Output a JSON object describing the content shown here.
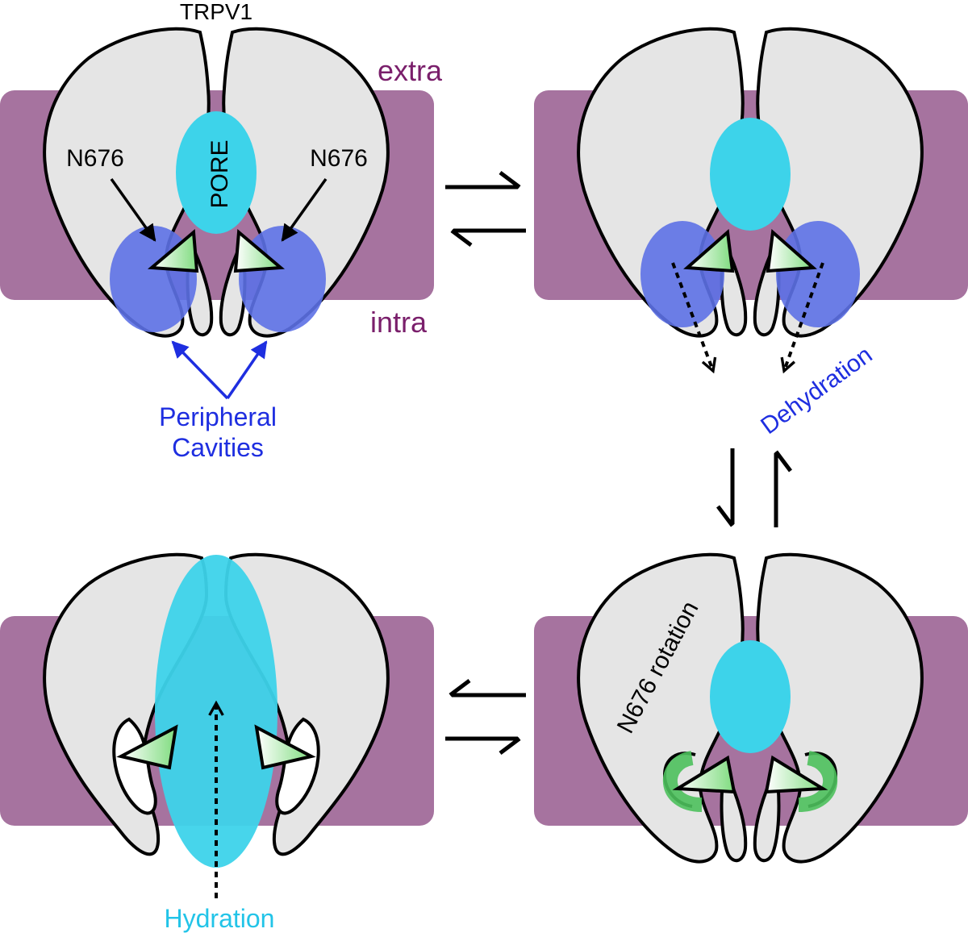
{
  "labels": {
    "protein": "TRPV1",
    "extra": "extra",
    "intra": "intra",
    "pore": "PORE",
    "residue_left": "N676",
    "residue_right": "N676",
    "peripheral_line1": "Peripheral",
    "peripheral_line2": "Cavities",
    "dehydration": "Dehydration",
    "rotation": "N676 rotation",
    "hydration": "Hydration"
  },
  "states": [
    {
      "id": "state-1",
      "pore": "closed",
      "cavities": "filled"
    },
    {
      "id": "state-2",
      "pore": "closed",
      "cavities": "dehydrating"
    },
    {
      "id": "state-3",
      "pore": "closed",
      "n676": "rotating"
    },
    {
      "id": "state-4",
      "pore": "open-hydrated"
    }
  ],
  "transitions": [
    {
      "from": "state-1",
      "to": "state-2",
      "type": "reversible"
    },
    {
      "from": "state-2",
      "to": "state-3",
      "type": "reversible"
    },
    {
      "from": "state-3",
      "to": "state-4",
      "type": "reversible"
    }
  ],
  "colors": {
    "membrane": "#a6739f",
    "protein_fill": "#e5e5e5",
    "protein_stroke": "#000000",
    "pore_water": "#3dd3ea",
    "cavity": "#5d71e6",
    "residue_green": "#7fdc7f",
    "rotation_arrow": "#4cc05c",
    "label_purple": "#7a1f6b",
    "label_blue": "#1e2ee0",
    "label_cyan": "#22c4e8"
  }
}
